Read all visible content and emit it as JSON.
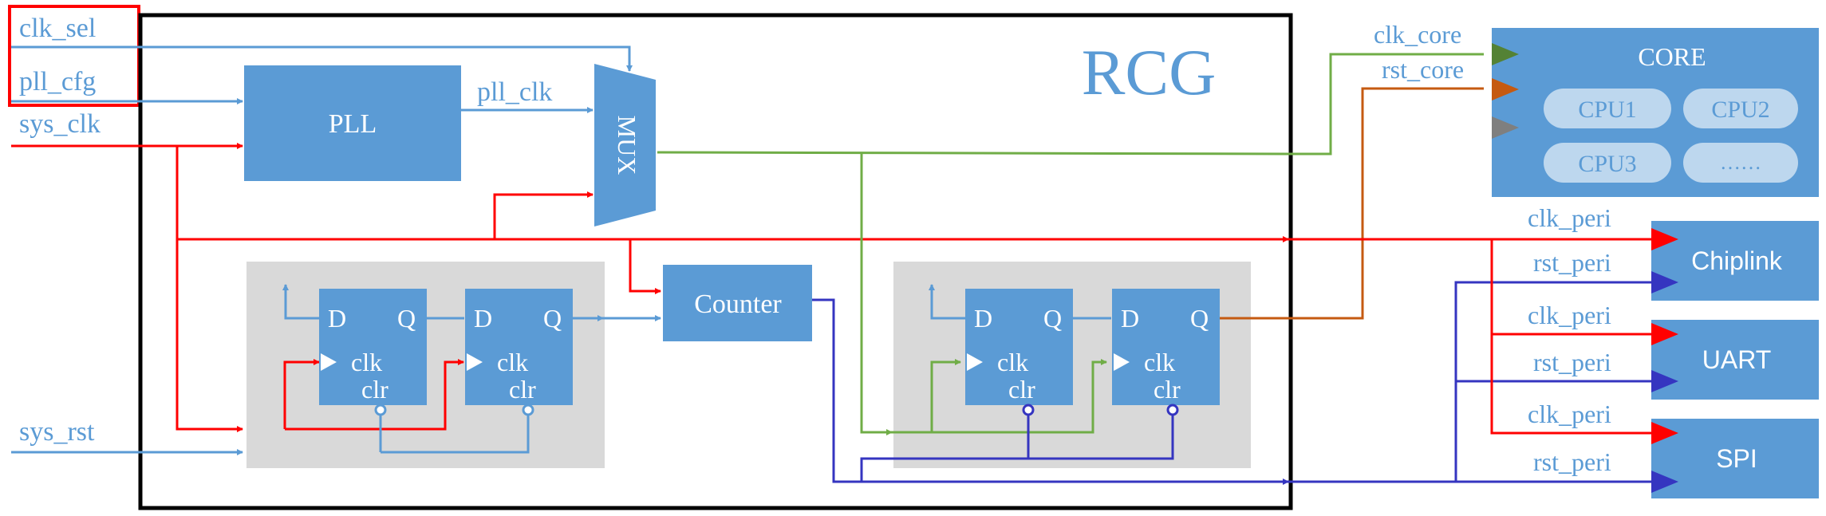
{
  "signals": {
    "clk_sel": "clk_sel",
    "pll_cfg": "pll_cfg",
    "sys_clk": "sys_clk",
    "sys_rst": "sys_rst",
    "pll_clk": "pll_clk",
    "clk_core": "clk_core",
    "rst_core": "rst_core",
    "clk_peri": "clk_peri",
    "rst_peri": "rst_peri"
  },
  "blocks": {
    "rcg": "RCG",
    "pll": "PLL",
    "mux": "MUX",
    "counter": "Counter",
    "core": "CORE",
    "cpus": [
      "CPU1",
      "CPU2",
      "CPU3",
      "……"
    ],
    "chiplink": "Chiplink",
    "uart": "UART",
    "spi": "SPI"
  },
  "flipflop": {
    "d": "D",
    "q": "Q",
    "clk": "clk",
    "clr": "clr"
  },
  "colors": {
    "block_blue": "#5b9bd5",
    "label_blue": "#5b9bd5",
    "clock_red": "#ff0000",
    "core_green": "#70ad47",
    "core_rst_orange": "#c55a11",
    "peri_rst_navy": "#3535c0",
    "ff_bg_gray": "#d9d9d9",
    "core_arrow_dark_green": "#548235",
    "core_arrow_gray": "#7f7f7f",
    "highlight_red": "#ff0000"
  }
}
